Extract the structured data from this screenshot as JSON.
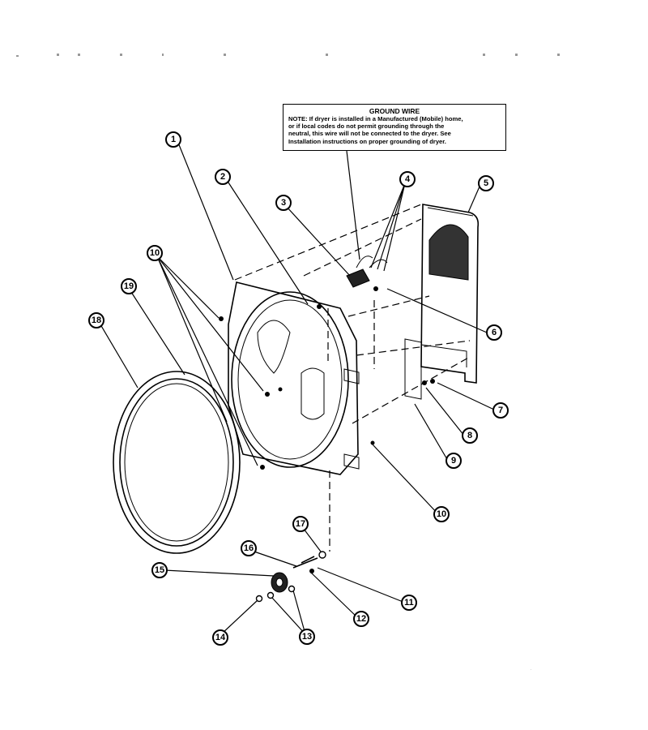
{
  "note": {
    "title": "GROUND WIRE",
    "lines": [
      "NOTE: If dryer is installed in a Manufactured (Mobile) home,",
      "or if local codes do not permit grounding through the",
      "neutral, this wire will not be connected to the dryer. See",
      "Installation instructions on proper grounding of dryer."
    ]
  },
  "callouts": [
    "1",
    "2",
    "3",
    "4",
    "5",
    "6",
    "7",
    "8",
    "9",
    "10",
    "10",
    "11",
    "12",
    "13",
    "14",
    "15",
    "16",
    "17",
    "18",
    "19"
  ]
}
